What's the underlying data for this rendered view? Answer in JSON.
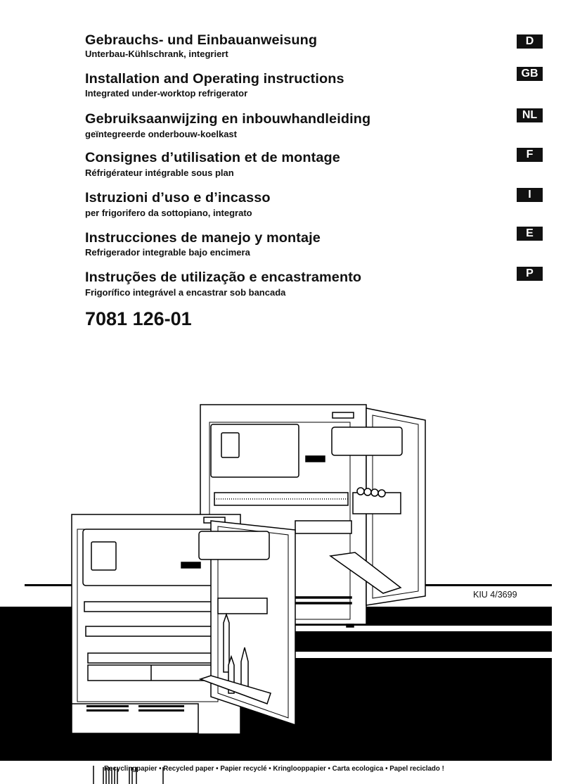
{
  "languages": [
    {
      "code": "D",
      "title": "Gebrauchs- und Einbauanweisung",
      "subtitle": "Unterbau-Kühlschrank, integriert"
    },
    {
      "code": "GB",
      "title": "Installation and Operating instructions",
      "subtitle": "Integrated under-worktop refrigerator"
    },
    {
      "code": "NL",
      "title": "Gebruiksaanwijzing en inbouwhandleiding",
      "subtitle": "geïntegreerde onderbouw-koelkast"
    },
    {
      "code": "F",
      "title": "Consignes d’utilisation et de montage",
      "subtitle": "Réfrigérateur intégrable sous plan"
    },
    {
      "code": "I",
      "title": "Istruzioni d’uso e d’incasso",
      "subtitle": "per frigorifero da sottopiano, integrato"
    },
    {
      "code": "E",
      "title": "Instrucciones de manejo y montaje",
      "subtitle": "Refrigerador integrable bajo encimera"
    },
    {
      "code": "P",
      "title": "Instruções de utilização e encastramento",
      "subtitle": "Frigorífico integrável a encastrar sob bancada"
    }
  ],
  "document_number": "7081 126-01",
  "model_code": "KIU  4/3699",
  "footer": "Recyclingpapier • Recycled paper • Papier recyclé • Kringlooppapier • Carta ecologica • Papel reciclado     !",
  "illustration": "refrigerator-line-drawing"
}
